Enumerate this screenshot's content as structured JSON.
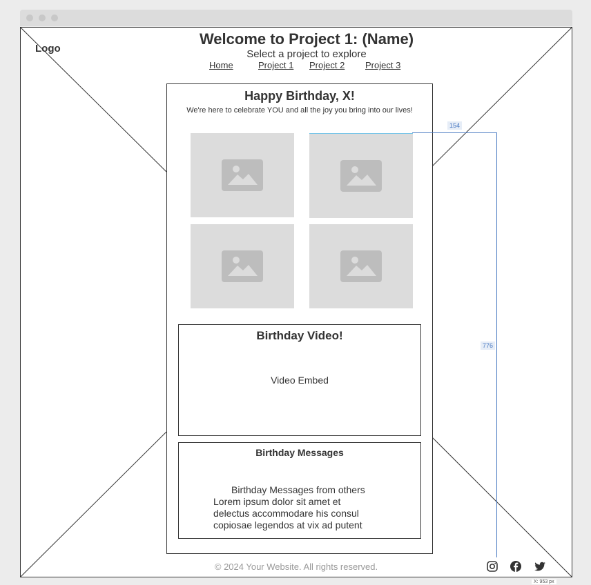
{
  "header": {
    "logo": "Logo",
    "title": "Welcome to Project 1: (Name)",
    "subtitle": "Select a project to explore",
    "nav": [
      "Home",
      "Project 1",
      "Project 2",
      "Project 3"
    ]
  },
  "card": {
    "title": "Happy Birthday, X!",
    "subtitle": "We're here to celebrate YOU and all the joy you bring into our lives!",
    "photos": [
      "image-placeholder",
      "image-placeholder",
      "image-placeholder",
      "image-placeholder"
    ],
    "video": {
      "title": "Birthday Video!",
      "placeholder": "Video Embed"
    },
    "messages": {
      "title": "Birthday Messages",
      "heading": "Birthday Messages from others",
      "lines": [
        "Lorem ipsum dolor sit amet et",
        "delectus accommodare his consul",
        "copiosae legendos at vix ad putent"
      ]
    }
  },
  "footer": {
    "copyright": "© 2024 Your Website. All rights reserved.",
    "social": [
      "instagram-icon",
      "facebook-icon",
      "twitter-icon"
    ]
  },
  "guides": {
    "width_label": "154",
    "height_label": "776",
    "coord_label": "X: 953 px"
  },
  "colors": {
    "frame": "#333333",
    "placeholder": "#dcdcdc",
    "guide": "#4d7cc3"
  }
}
